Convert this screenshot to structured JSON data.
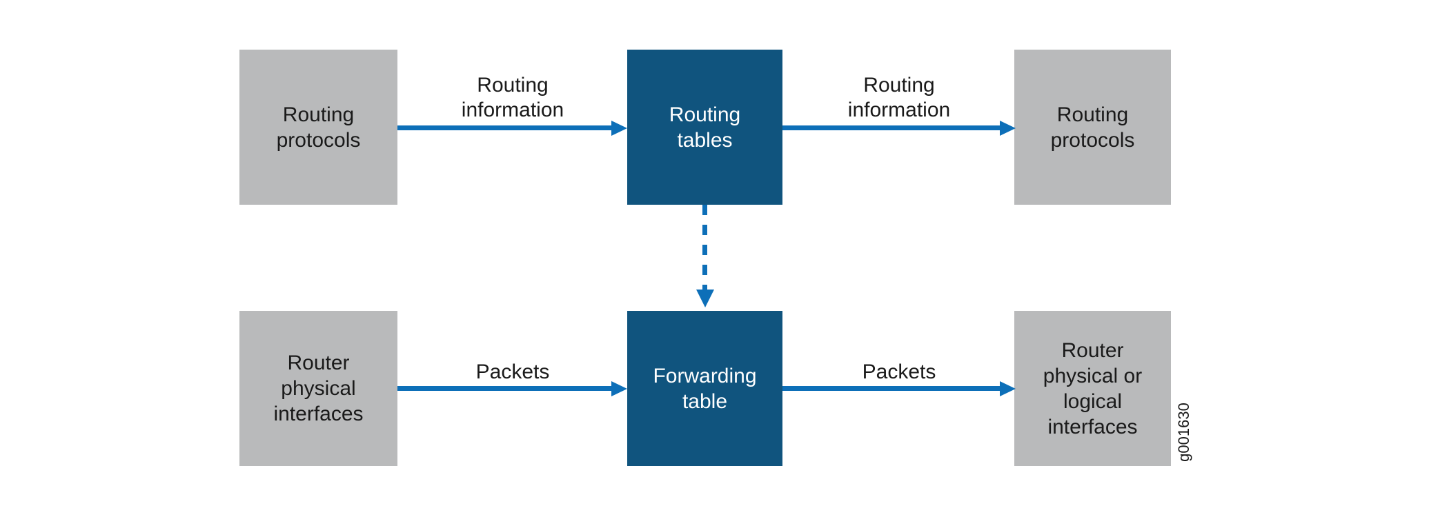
{
  "figure_label": "g001630",
  "colors": {
    "node_gray": "#b9babb",
    "node_blue": "#10547e",
    "arrow_blue": "#0d6fb8",
    "text_dark": "#1a1a1a",
    "text_on_blue": "#ffffff",
    "background": "#ffffff"
  },
  "nodes": {
    "top_left": {
      "label": "Routing\nprotocols"
    },
    "top_center": {
      "label": "Routing\ntables"
    },
    "top_right": {
      "label": "Routing\nprotocols"
    },
    "bottom_left": {
      "label": "Router\nphysical\ninterfaces"
    },
    "bottom_center": {
      "label": "Forwarding\ntable"
    },
    "bottom_right": {
      "label": "Router\nphysical or\nlogical\ninterfaces"
    }
  },
  "edges": {
    "top_left_arrow": {
      "label": "Routing\ninformation",
      "style": "solid",
      "direction": "right"
    },
    "top_right_arrow": {
      "label": "Routing\ninformation",
      "style": "solid",
      "direction": "right"
    },
    "bottom_left_arrow": {
      "label": "Packets",
      "style": "solid",
      "direction": "right"
    },
    "bottom_right_arrow": {
      "label": "Packets",
      "style": "solid",
      "direction": "right"
    },
    "tables_to_forwarding": {
      "label": "",
      "style": "dashed",
      "direction": "down"
    }
  }
}
